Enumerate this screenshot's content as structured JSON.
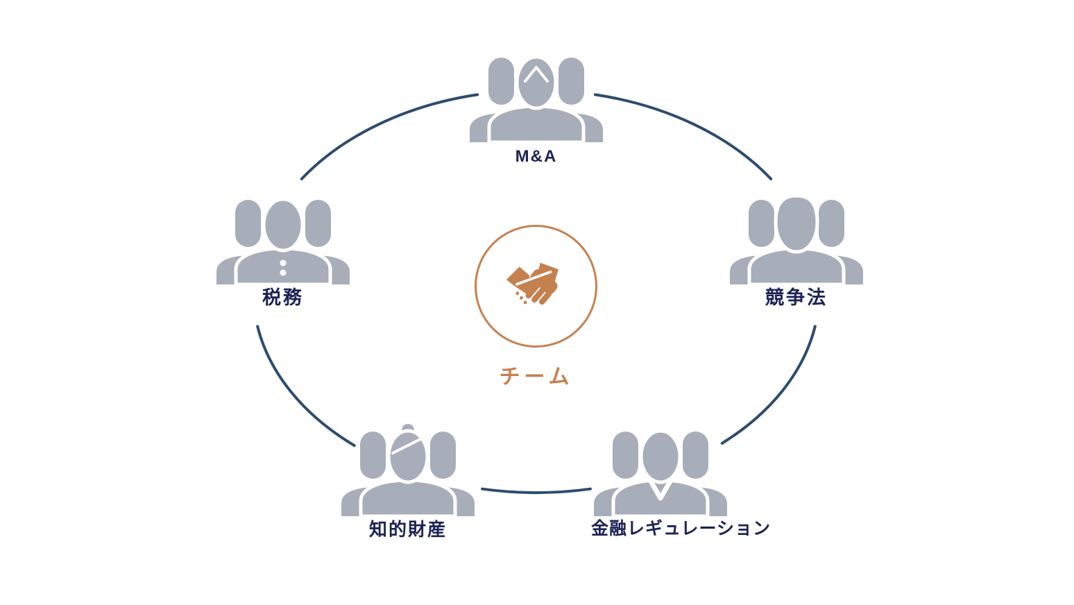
{
  "diagram": {
    "center": {
      "label": "チーム",
      "icon": "handshake-icon"
    },
    "nodes": [
      {
        "id": "ma",
        "label": "M&A",
        "icon": "people-group-icon"
      },
      {
        "id": "tax",
        "label": "税務",
        "icon": "people-group-icon"
      },
      {
        "id": "competition-law",
        "label": "競争法",
        "icon": "people-group-icon"
      },
      {
        "id": "intellectual-property",
        "label": "知的財産",
        "icon": "people-group-icon"
      },
      {
        "id": "financial-regulation",
        "label": "金融レギュレーション",
        "icon": "people-group-icon"
      }
    ],
    "colors": {
      "accent_orange": "#c5804f",
      "label_navy": "#1c2254",
      "icon_gray": "#a8adba",
      "arc_blue": "#2d4b6e",
      "background": "#ffffff"
    }
  }
}
